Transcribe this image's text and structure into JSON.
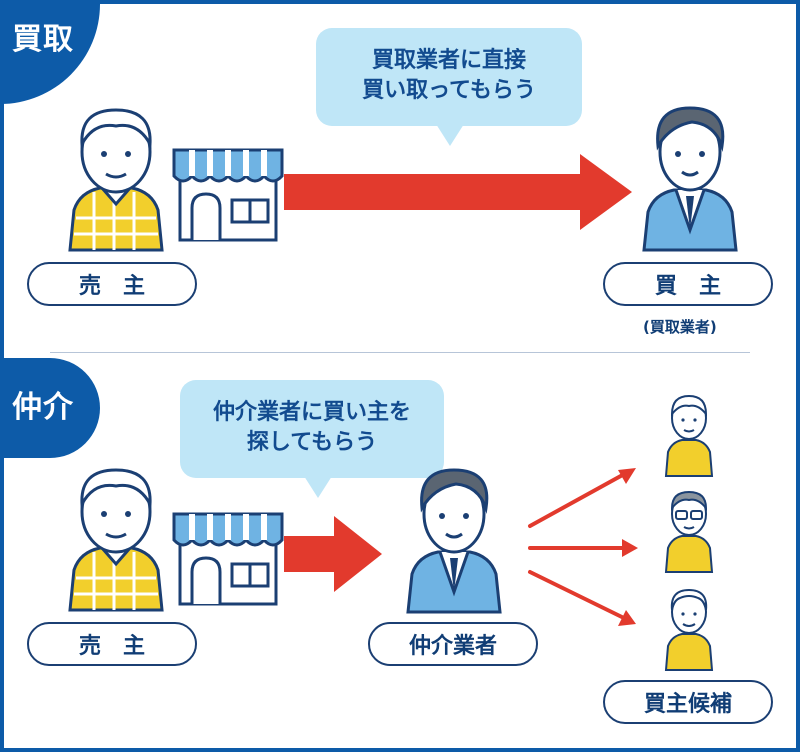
{
  "sections": {
    "kaitori": {
      "label": "買取",
      "bubble": [
        "買取業者に直接",
        "買い取ってもらう"
      ],
      "seller_label": "売　主",
      "buyer_label": "買　主",
      "buyer_note": "(買取業者)"
    },
    "chukai": {
      "label": "仲介",
      "bubble": [
        "仲介業者に買い主を",
        "探してもらう"
      ],
      "seller_label": "売　主",
      "agent_label": "仲介業者",
      "candidates_label": "買主候補"
    }
  },
  "colors": {
    "brand": "#0d5ba8",
    "bubble": "#bfe6f7",
    "arrow": "#e23a2d",
    "outline": "#1b3f73",
    "shirt_yellow": "#f2cf2c",
    "suit_blue": "#6fb3e3",
    "skin": "#ffffff"
  }
}
